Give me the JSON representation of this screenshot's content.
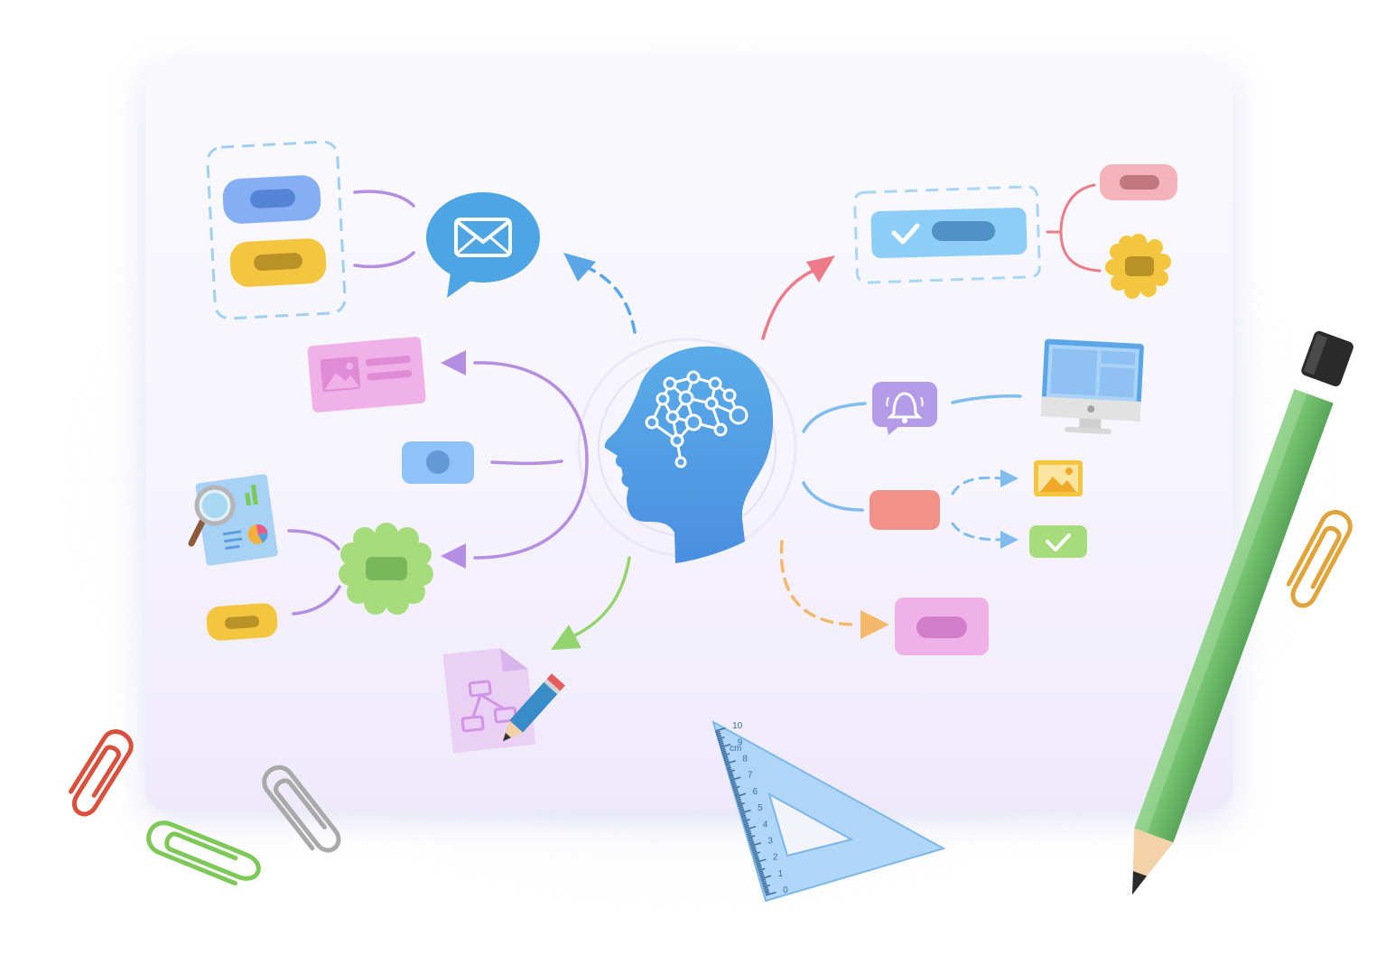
{
  "colors": {
    "head_blue": "#4e9ee6",
    "purple_line": "#b48ee0",
    "blue_line": "#7fbdf0",
    "red_arrow": "#ec7b87",
    "green_arrow": "#93d46f",
    "orange_dash": "#f4b86a",
    "yellow_node": "#f4c53e",
    "green_node": "#a6dc7c",
    "pink_node": "#f0b0e8",
    "salmon_node": "#f09289"
  },
  "icons": {
    "central": "brain-head-icon",
    "email": "mail-bubble-icon",
    "notification": "bell-icon",
    "computer": "monitor-icon",
    "image_card": "picture-card-icon",
    "report": "chart-report-icon",
    "diagram": "flowchart-document-icon",
    "stationery": [
      "pencil",
      "triangle-ruler",
      "paper-clip"
    ]
  },
  "ruler": {
    "unit": "cm",
    "tick_labels": [
      "0",
      "1",
      "2",
      "3",
      "4",
      "5",
      "6",
      "7",
      "8",
      "9",
      "10"
    ]
  }
}
